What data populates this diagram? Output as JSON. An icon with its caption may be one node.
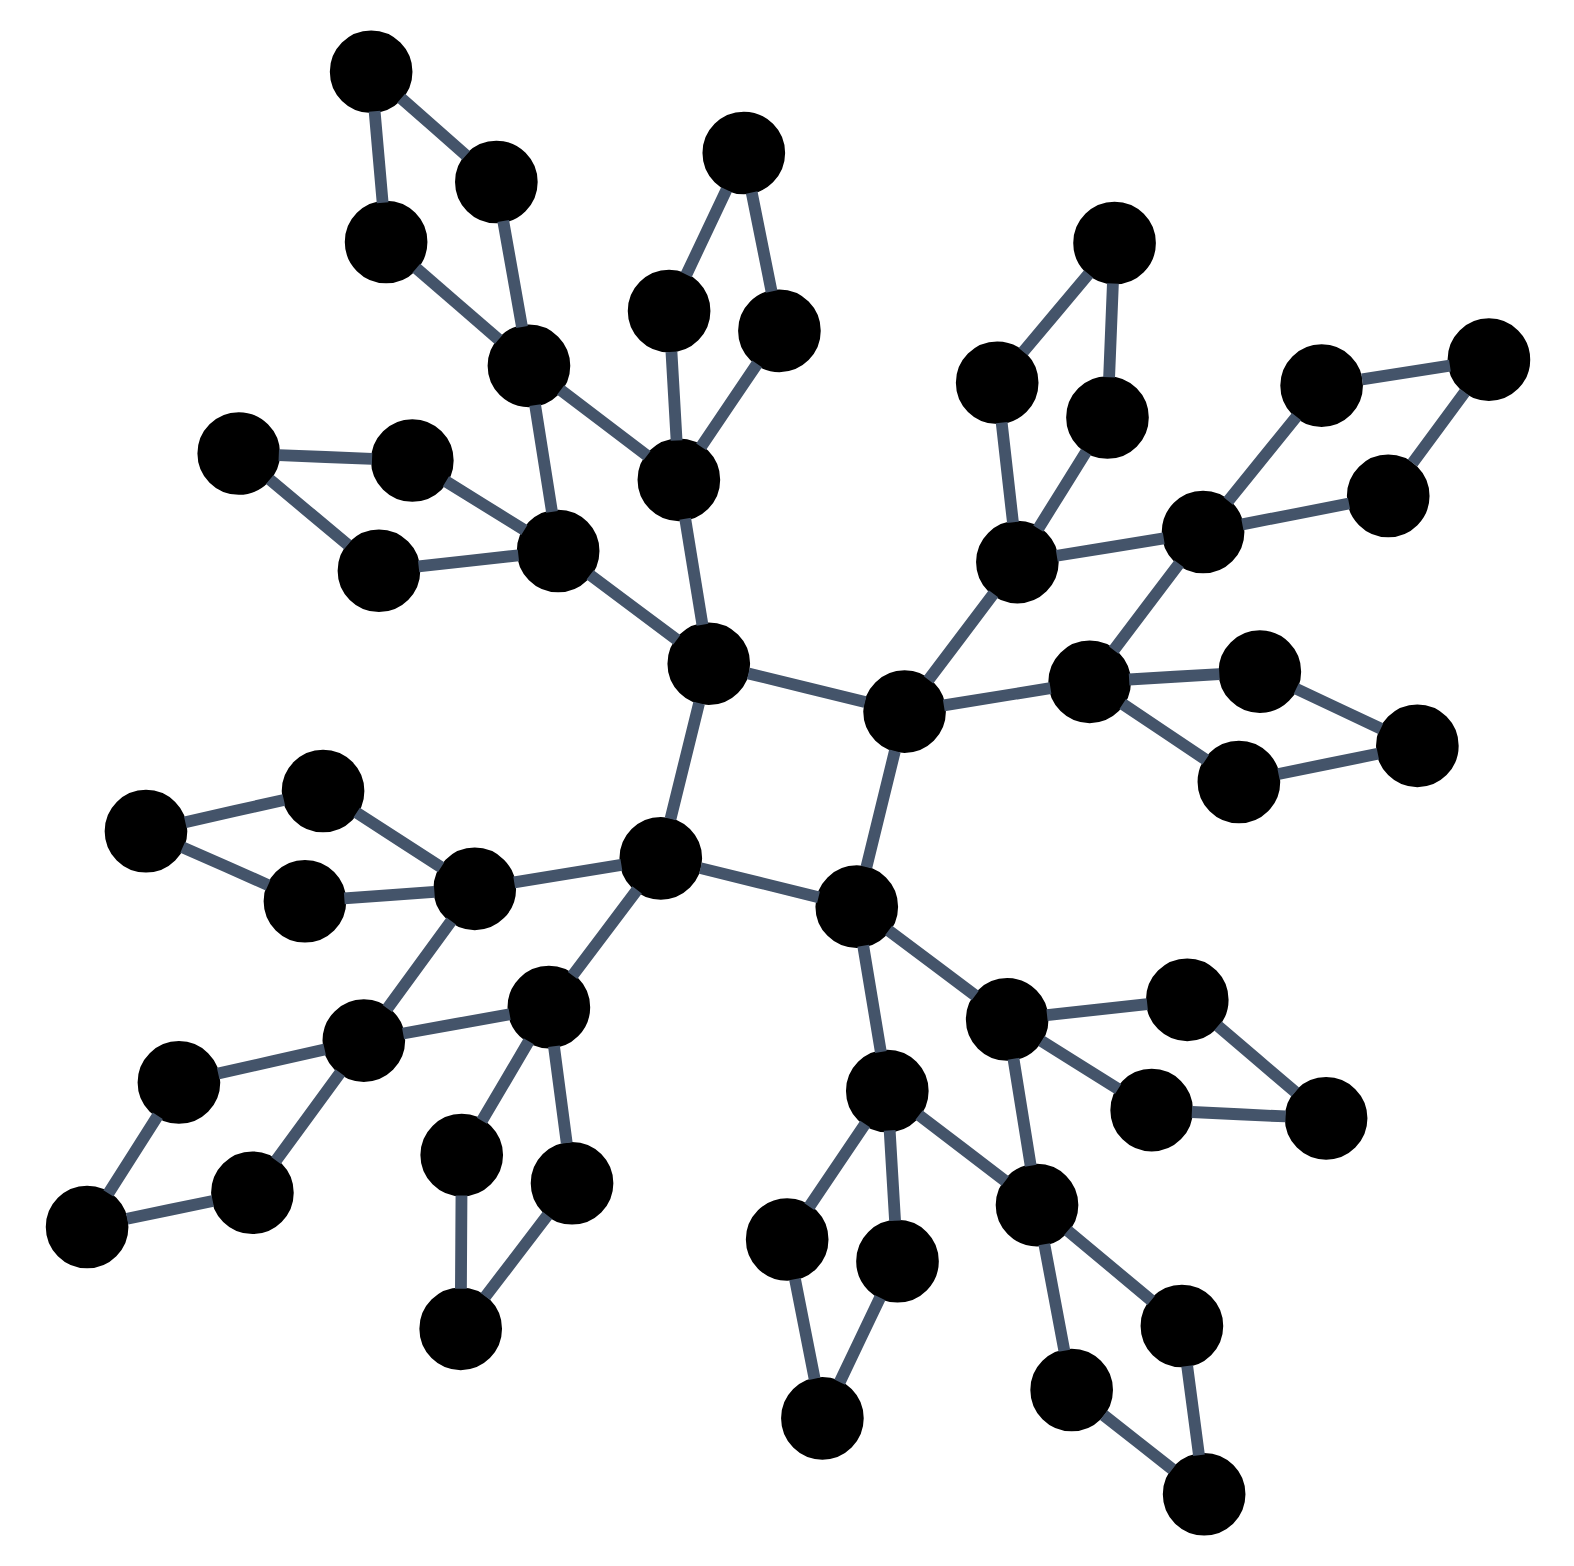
{
  "diagram": {
    "nodes": [
      {
        "text": [],
        "shape": "circle"
      },
      {
        "text": [],
        "shape": "circle"
      },
      {
        "text": [],
        "shape": "circle"
      },
      {
        "text": [],
        "shape": "circle"
      },
      {
        "text": [],
        "shape": "circle"
      },
      {
        "text": [],
        "shape": "circle"
      },
      {
        "text": [],
        "shape": "circle"
      },
      {
        "text": [],
        "shape": "circle"
      },
      {
        "text": [],
        "shape": "circle"
      },
      {
        "text": [],
        "shape": "circle"
      },
      {
        "text": [],
        "shape": "circle"
      },
      {
        "text": [],
        "shape": "circle"
      },
      {
        "text": [],
        "shape": "circle"
      },
      {
        "text": [],
        "shape": "circle"
      },
      {
        "text": [],
        "shape": "circle"
      },
      {
        "text": [],
        "shape": "circle"
      },
      {
        "text": [],
        "shape": "circle"
      },
      {
        "text": [],
        "shape": "circle"
      },
      {
        "text": [],
        "shape": "circle"
      },
      {
        "text": [],
        "shape": "circle"
      },
      {
        "text": [],
        "shape": "circle"
      },
      {
        "text": [],
        "shape": "circle"
      },
      {
        "text": [],
        "shape": "circle"
      },
      {
        "text": [],
        "shape": "circle"
      },
      {
        "text": [],
        "shape": "circle"
      },
      {
        "text": [],
        "shape": "circle"
      },
      {
        "text": [],
        "shape": "circle"
      },
      {
        "text": [],
        "shape": "circle"
      },
      {
        "text": [],
        "shape": "circle"
      },
      {
        "text": [],
        "shape": "circle"
      },
      {
        "text": [],
        "shape": "circle"
      },
      {
        "text": [],
        "shape": "circle"
      },
      {
        "text": [],
        "shape": "circle"
      },
      {
        "text": [],
        "shape": "circle"
      },
      {
        "text": [],
        "shape": "circle"
      },
      {
        "text": [],
        "shape": "circle"
      },
      {
        "text": [],
        "shape": "circle"
      },
      {
        "text": [],
        "shape": "circle"
      },
      {
        "text": [],
        "shape": "circle"
      },
      {
        "text": [],
        "shape": "circle"
      },
      {
        "text": [],
        "shape": "circle"
      },
      {
        "text": [],
        "shape": "circle"
      },
      {
        "text": [],
        "shape": "circle"
      },
      {
        "text": [],
        "shape": "circle"
      },
      {
        "text": [],
        "shape": "circle"
      },
      {
        "text": [],
        "shape": "circle"
      },
      {
        "text": [],
        "shape": "circle"
      },
      {
        "text": [],
        "shape": "circle"
      },
      {
        "text": [],
        "shape": "circle"
      },
      {
        "text": [],
        "shape": "circle"
      },
      {
        "text": [],
        "shape": "circle"
      },
      {
        "text": [],
        "shape": "circle"
      }
    ],
    "edges": [
      {
        "from": 18,
        "to": 19,
        "arrow": "none"
      },
      {
        "from": 18,
        "to": 32,
        "arrow": "none"
      },
      {
        "from": 19,
        "to": 33,
        "arrow": "none"
      },
      {
        "from": 32,
        "to": 33,
        "arrow": "none"
      },
      {
        "from": 9,
        "to": 10,
        "arrow": "none"
      },
      {
        "from": 9,
        "to": 17,
        "arrow": "none"
      },
      {
        "from": 10,
        "to": 18,
        "arrow": "none"
      },
      {
        "from": 17,
        "to": 18,
        "arrow": "none"
      },
      {
        "from": 13,
        "to": 14,
        "arrow": "none"
      },
      {
        "from": 13,
        "to": 19,
        "arrow": "none"
      },
      {
        "from": 14,
        "to": 20,
        "arrow": "none"
      },
      {
        "from": 19,
        "to": 20,
        "arrow": "none"
      },
      {
        "from": 31,
        "to": 32,
        "arrow": "none"
      },
      {
        "from": 31,
        "to": 37,
        "arrow": "none"
      },
      {
        "from": 32,
        "to": 38,
        "arrow": "none"
      },
      {
        "from": 37,
        "to": 38,
        "arrow": "none"
      },
      {
        "from": 33,
        "to": 34,
        "arrow": "none"
      },
      {
        "from": 33,
        "to": 41,
        "arrow": "none"
      },
      {
        "from": 34,
        "to": 42,
        "arrow": "none"
      },
      {
        "from": 41,
        "to": 42,
        "arrow": "none"
      },
      {
        "from": 0,
        "to": 1,
        "arrow": "none"
      },
      {
        "from": 0,
        "to": 8,
        "arrow": "none"
      },
      {
        "from": 1,
        "to": 9,
        "arrow": "none"
      },
      {
        "from": 8,
        "to": 9,
        "arrow": "none"
      },
      {
        "from": 2,
        "to": 3,
        "arrow": "none"
      },
      {
        "from": 2,
        "to": 10,
        "arrow": "none"
      },
      {
        "from": 3,
        "to": 11,
        "arrow": "none"
      },
      {
        "from": 10,
        "to": 11,
        "arrow": "none"
      },
      {
        "from": 4,
        "to": 5,
        "arrow": "none"
      },
      {
        "from": 4,
        "to": 12,
        "arrow": "none"
      },
      {
        "from": 5,
        "to": 13,
        "arrow": "none"
      },
      {
        "from": 12,
        "to": 13,
        "arrow": "none"
      },
      {
        "from": 6,
        "to": 7,
        "arrow": "none"
      },
      {
        "from": 6,
        "to": 14,
        "arrow": "none"
      },
      {
        "from": 7,
        "to": 15,
        "arrow": "none"
      },
      {
        "from": 14,
        "to": 15,
        "arrow": "none"
      },
      {
        "from": 16,
        "to": 17,
        "arrow": "none"
      },
      {
        "from": 16,
        "to": 22,
        "arrow": "none"
      },
      {
        "from": 17,
        "to": 23,
        "arrow": "none"
      },
      {
        "from": 22,
        "to": 23,
        "arrow": "none"
      },
      {
        "from": 20,
        "to": 21,
        "arrow": "none"
      },
      {
        "from": 20,
        "to": 24,
        "arrow": "none"
      },
      {
        "from": 21,
        "to": 25,
        "arrow": "none"
      },
      {
        "from": 24,
        "to": 25,
        "arrow": "none"
      },
      {
        "from": 26,
        "to": 27,
        "arrow": "none"
      },
      {
        "from": 26,
        "to": 30,
        "arrow": "none"
      },
      {
        "from": 27,
        "to": 31,
        "arrow": "none"
      },
      {
        "from": 30,
        "to": 31,
        "arrow": "none"
      },
      {
        "from": 28,
        "to": 29,
        "arrow": "none"
      },
      {
        "from": 28,
        "to": 34,
        "arrow": "none"
      },
      {
        "from": 29,
        "to": 35,
        "arrow": "none"
      },
      {
        "from": 34,
        "to": 35,
        "arrow": "none"
      },
      {
        "from": 36,
        "to": 37,
        "arrow": "none"
      },
      {
        "from": 36,
        "to": 44,
        "arrow": "none"
      },
      {
        "from": 37,
        "to": 45,
        "arrow": "none"
      },
      {
        "from": 44,
        "to": 45,
        "arrow": "none"
      },
      {
        "from": 38,
        "to": 39,
        "arrow": "none"
      },
      {
        "from": 38,
        "to": 46,
        "arrow": "none"
      },
      {
        "from": 39,
        "to": 47,
        "arrow": "none"
      },
      {
        "from": 46,
        "to": 47,
        "arrow": "none"
      },
      {
        "from": 40,
        "to": 41,
        "arrow": "none"
      },
      {
        "from": 40,
        "to": 48,
        "arrow": "none"
      },
      {
        "from": 41,
        "to": 49,
        "arrow": "none"
      },
      {
        "from": 48,
        "to": 49,
        "arrow": "none"
      },
      {
        "from": 42,
        "to": 43,
        "arrow": "none"
      },
      {
        "from": 42,
        "to": 50,
        "arrow": "none"
      },
      {
        "from": 43,
        "to": 51,
        "arrow": "none"
      },
      {
        "from": 50,
        "to": 51,
        "arrow": "none"
      }
    ]
  }
}
